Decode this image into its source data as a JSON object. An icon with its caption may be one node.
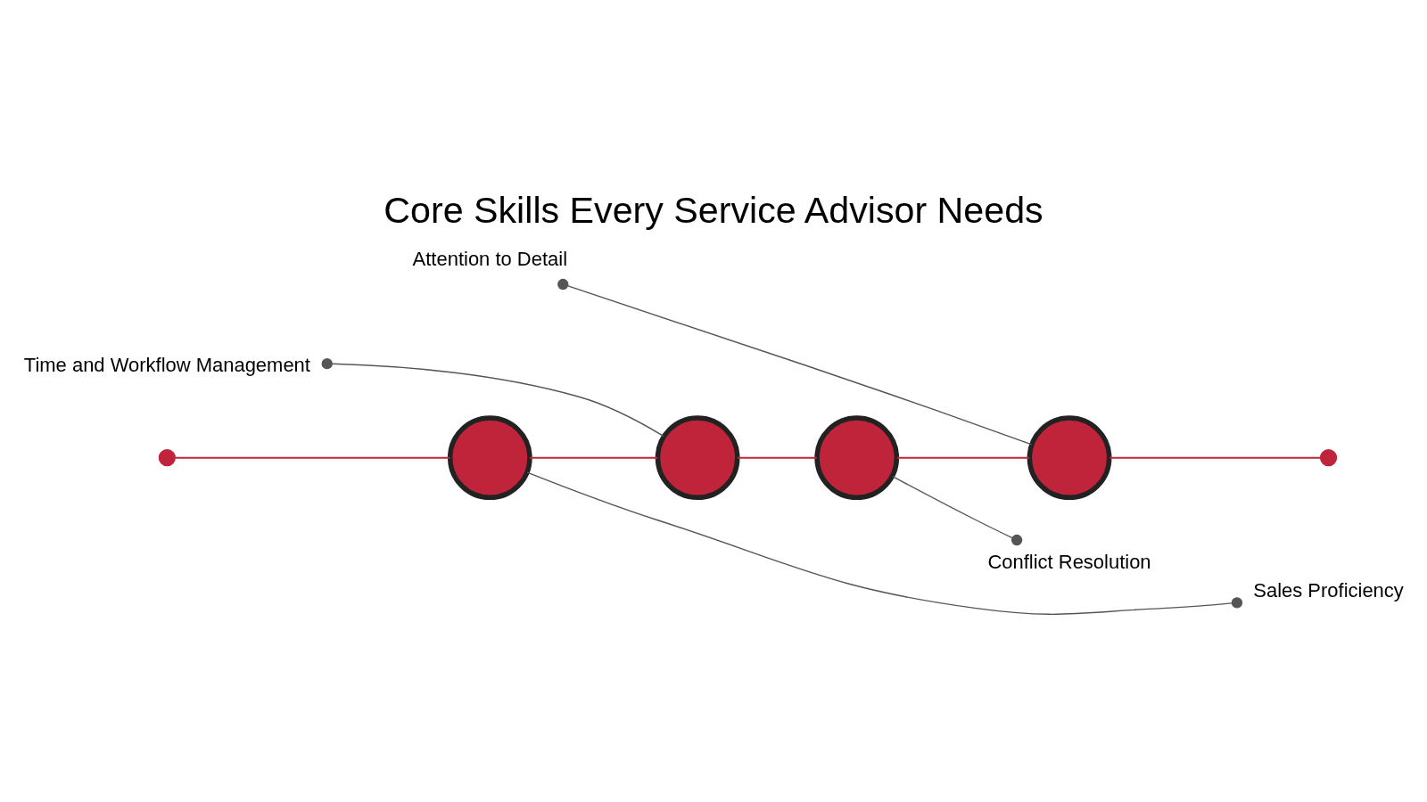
{
  "diagram": {
    "title": "Core Skills Every Service Advisor Needs",
    "nodes": [
      {
        "text": [
          "Time and Workflow Management"
        ]
      },
      {
        "text": [
          "Attention to Detail"
        ]
      },
      {
        "text": [],
        "shape": "circle"
      },
      {
        "text": [],
        "shape": "circle"
      },
      {
        "text": [],
        "shape": "circle"
      },
      {
        "text": [],
        "shape": "circle"
      },
      {
        "text": [],
        "shape": "circle"
      },
      {
        "text": [],
        "shape": "circle"
      },
      {
        "text": [
          "Sales Proficiency"
        ]
      },
      {
        "text": [
          "Conflict Resolution"
        ]
      }
    ],
    "edges": [
      {
        "from": 2,
        "to": 3,
        "arrow": "none"
      },
      {
        "from": 3,
        "to": 4,
        "arrow": "none"
      },
      {
        "from": 4,
        "to": 5,
        "arrow": "none"
      },
      {
        "from": 5,
        "to": 6,
        "arrow": "none"
      },
      {
        "from": 6,
        "to": 7,
        "arrow": "none"
      },
      {
        "from": 0,
        "to": 4,
        "arrow": "other",
        "color": "#555555"
      },
      {
        "from": 1,
        "to": 6,
        "arrow": "other",
        "color": "#555555"
      },
      {
        "from": 8,
        "to": 3,
        "arrow": "other",
        "color": "#555555"
      },
      {
        "from": 9,
        "to": 5,
        "arrow": "other",
        "color": "#555555"
      }
    ]
  }
}
